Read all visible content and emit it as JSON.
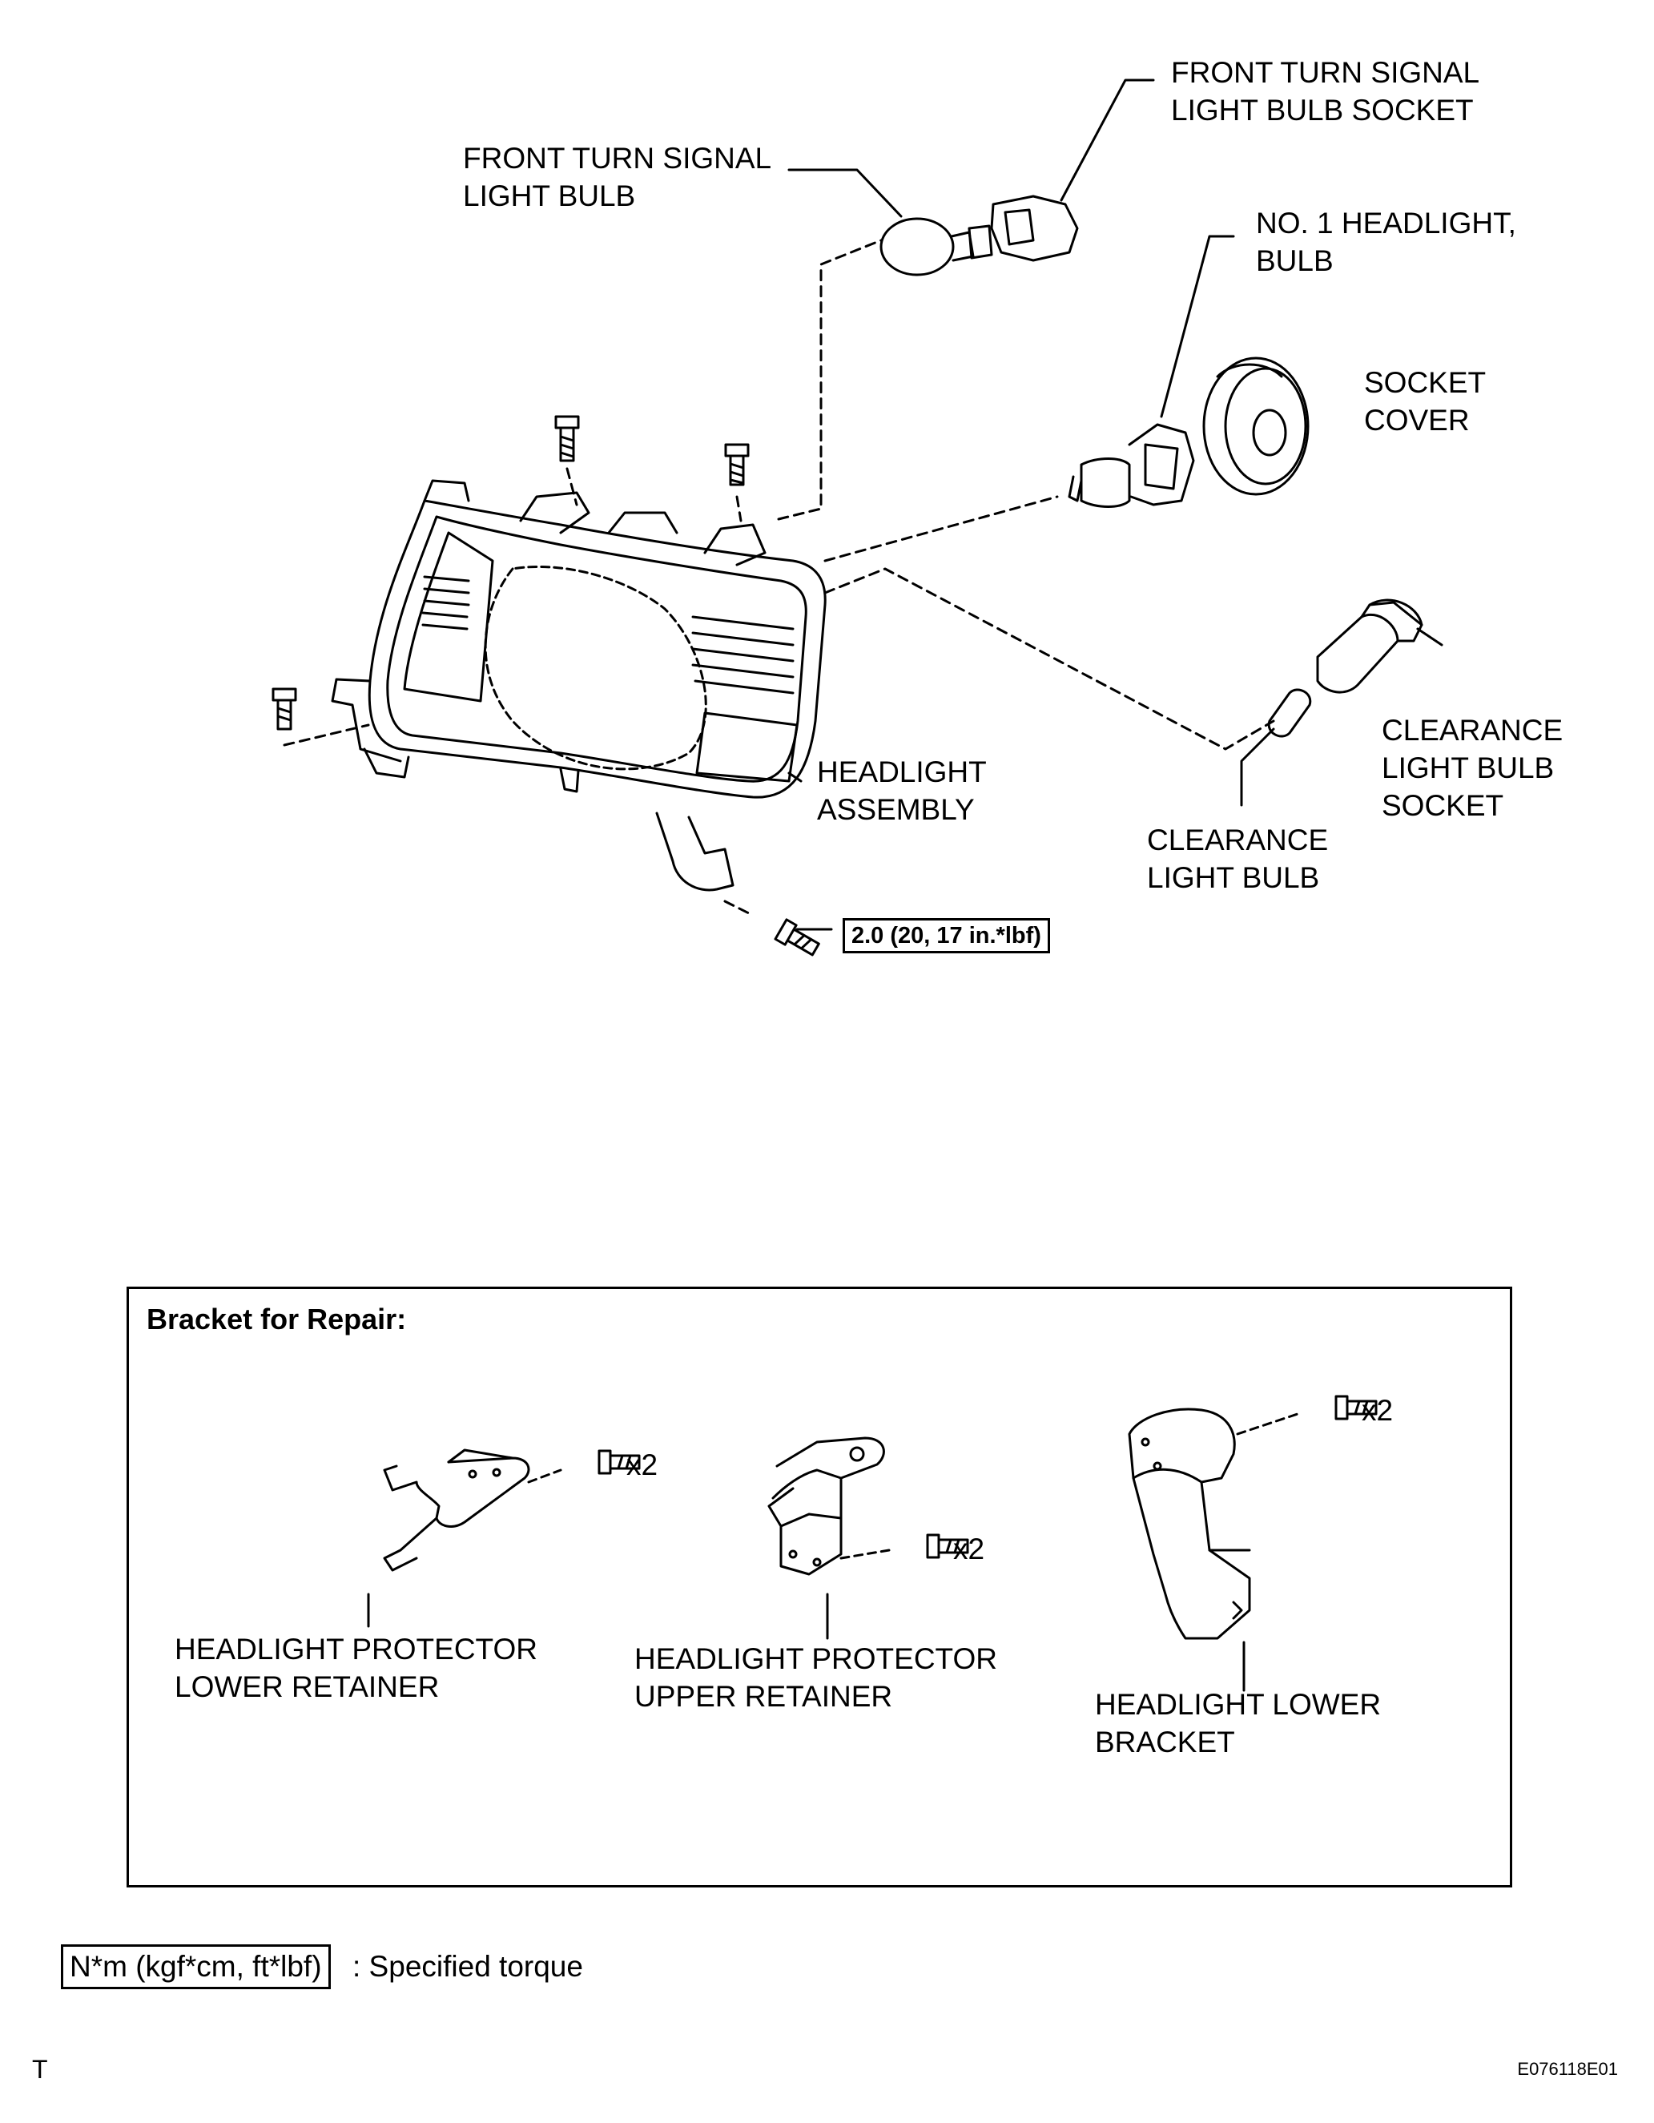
{
  "labels": {
    "front_turn_signal_socket": "FRONT TURN SIGNAL\nLIGHT BULB SOCKET",
    "front_turn_signal_bulb": "FRONT TURN SIGNAL\nLIGHT BULB",
    "no1_headlight_bulb": "NO. 1 HEADLIGHT,\nBULB",
    "socket_cover": "SOCKET\nCOVER",
    "clearance_light_bulb_socket": "CLEARANCE\nLIGHT BULB\nSOCKET",
    "clearance_light_bulb": "CLEARANCE\nLIGHT BULB",
    "headlight_assembly": "HEADLIGHT\nASSEMBLY"
  },
  "torque_value": "2.0 (20, 17 in.*lbf)",
  "repair": {
    "title": "Bracket for Repair:",
    "lower_retainer": "HEADLIGHT PROTECTOR\nLOWER RETAINER",
    "upper_retainer": "HEADLIGHT PROTECTOR\nUPPER RETAINER",
    "lower_bracket": "HEADLIGHT LOWER\nBRACKET",
    "qty_lower_retainer": "x2",
    "qty_upper_retainer": "x2",
    "qty_lower_bracket": "x2"
  },
  "legend": {
    "unit_box": "N*m (kgf*cm, ft*lbf)",
    "description": ": Specified torque"
  },
  "corner_left": "T",
  "figure_code": "E076118E01"
}
